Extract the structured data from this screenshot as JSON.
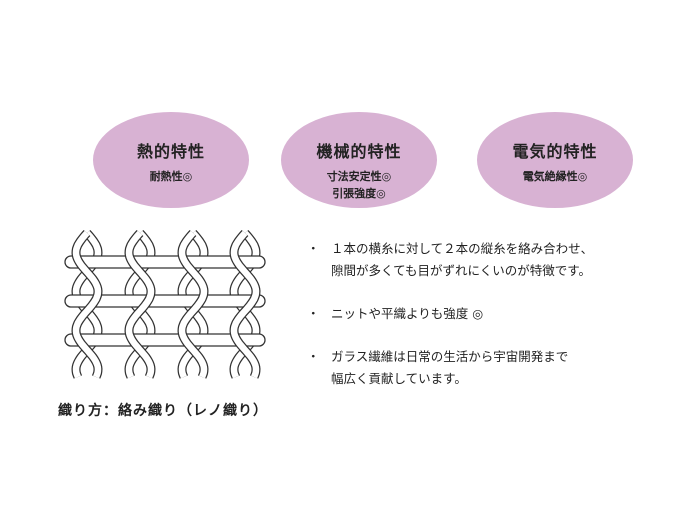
{
  "properties": [
    {
      "title": "熱的特性",
      "items": [
        "耐熱性◎"
      ]
    },
    {
      "title": "機械的特性",
      "items": [
        "寸法安定性◎",
        "引張強度◎"
      ]
    },
    {
      "title": "電気的特性",
      "items": [
        "電気絶縁性◎"
      ]
    }
  ],
  "caption": "織り方：絡み織り（レノ織り）",
  "bullet_symbol": "・",
  "bullets": [
    {
      "lines": [
        "１本の横糸に対して２本の縦糸を絡み合わせ、",
        "隙間が多くても目がずれにくいのが特徴です。"
      ]
    },
    {
      "lines": [
        "ニットや平織よりも強度 ◎"
      ]
    },
    {
      "lines": [
        "ガラス繊維は日常の生活から宇宙開発まで",
        "幅広く貢献しています。"
      ]
    }
  ]
}
